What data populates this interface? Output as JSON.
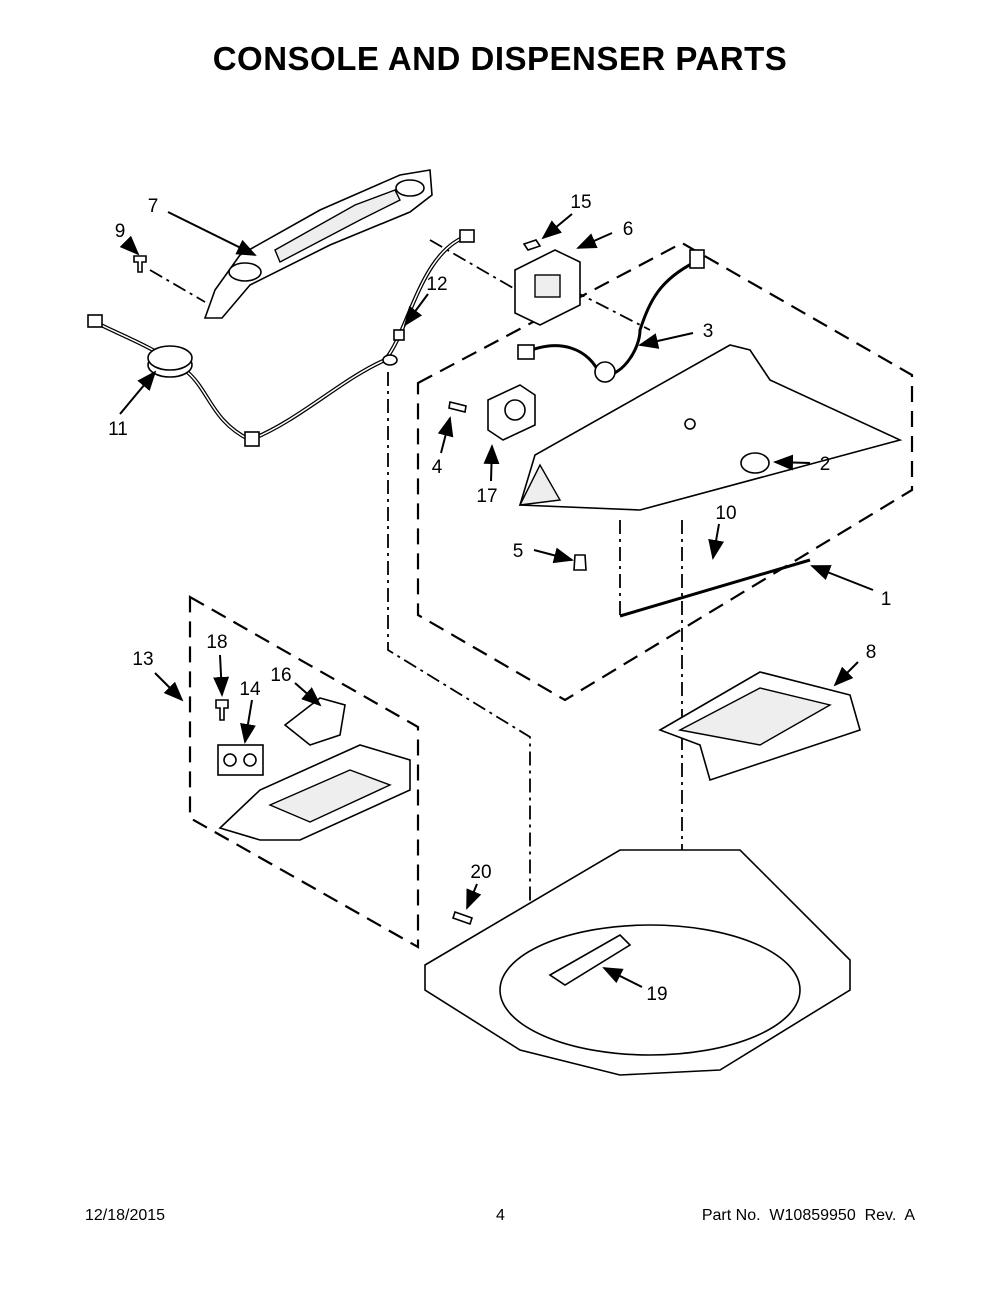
{
  "title": "CONSOLE AND DISPENSER PARTS",
  "callouts": {
    "c1": "1",
    "c2": "2",
    "c3": "3",
    "c4": "4",
    "c5": "5",
    "c6": "6",
    "c7": "7",
    "c8": "8",
    "c9": "9",
    "c10": "10",
    "c11": "11",
    "c12": "12",
    "c13": "13",
    "c14": "14",
    "c15": "15",
    "c16": "16",
    "c17": "17",
    "c18": "18",
    "c19": "19",
    "c20": "20"
  },
  "footer": {
    "date": "12/18/2015",
    "page": "4",
    "part_no": "Part No.  W10859950  Rev.  A"
  }
}
